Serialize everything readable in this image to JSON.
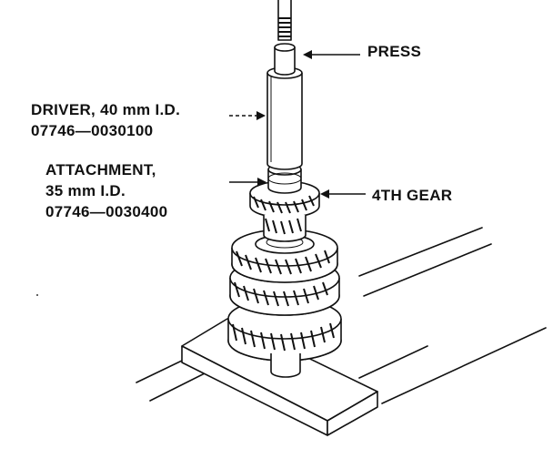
{
  "labels": {
    "press": "PRESS",
    "driver_line1": "DRIVER, 40 mm I.D.",
    "driver_line2": "07746—0030100",
    "attachment_line1": "ATTACHMENT,",
    "attachment_line2": "35 mm I.D.",
    "attachment_line3": "07746—0030400",
    "gear": "4TH GEAR"
  }
}
